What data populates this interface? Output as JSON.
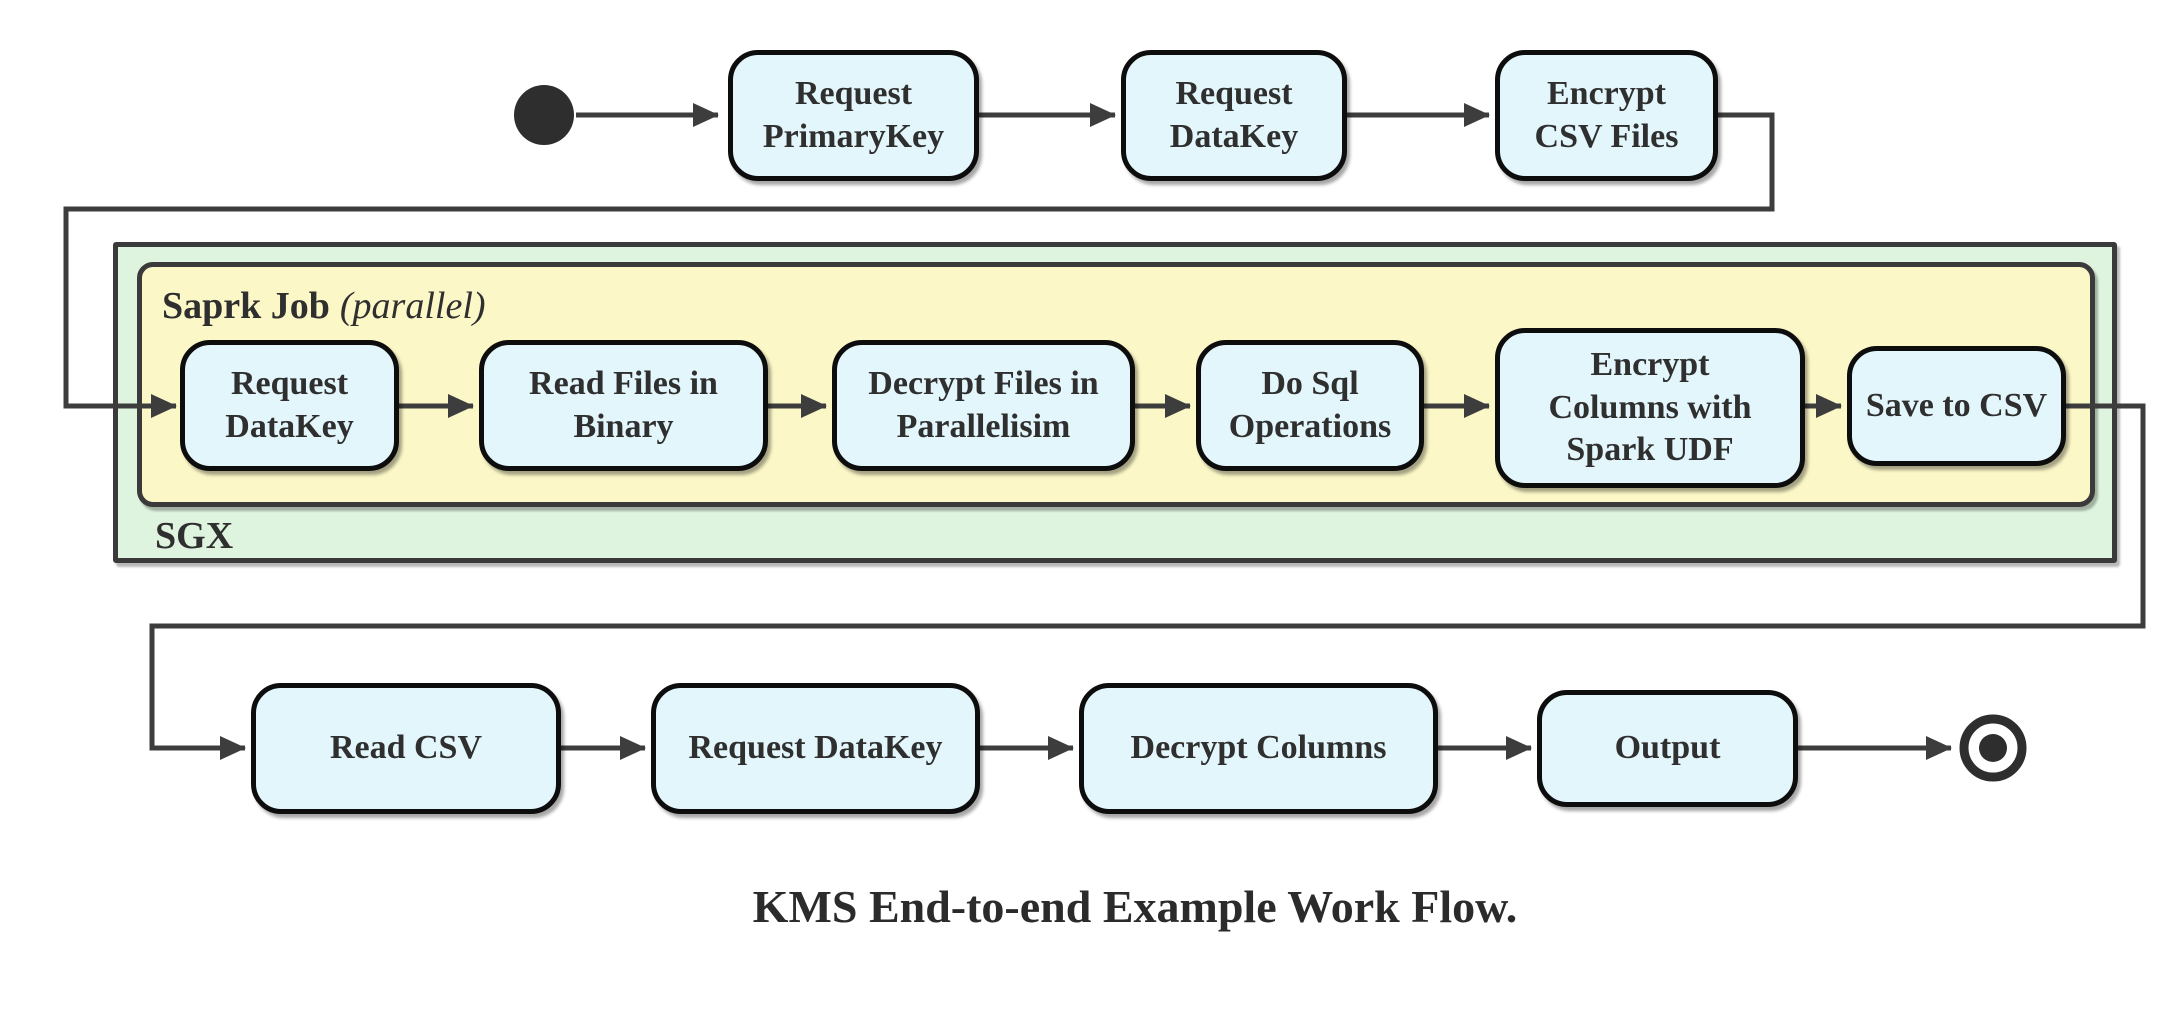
{
  "diagram": {
    "caption": "KMS End-to-end Example Work Flow.",
    "colors": {
      "node_fill": "#e2f6fb",
      "node_border": "#0d0d0d",
      "sgx_group_fill": "#dff4df",
      "spark_group_fill": "#fbf7c7",
      "group_border": "#3a3a3a",
      "connector": "#3d3d3d",
      "start_end_node": "#2e2e2e",
      "background": "#ffffff"
    },
    "top_row": [
      {
        "label": "Request\nPrimaryKey"
      },
      {
        "label": "Request\nDataKey"
      },
      {
        "label": "Encrypt\nCSV Files"
      }
    ],
    "sgx_group": {
      "label": "SGX",
      "spark_group": {
        "label_bold": "Saprk Job",
        "label_italic": "(parallel)",
        "nodes": [
          {
            "label": "Request\nDataKey"
          },
          {
            "label": "Read Files in\nBinary"
          },
          {
            "label": "Decrypt Files in\nParallelisim"
          },
          {
            "label": "Do Sql\nOperations"
          },
          {
            "label": "Encrypt\nColumns with\nSpark UDF"
          },
          {
            "label": "Save to CSV"
          }
        ]
      }
    },
    "bottom_row": [
      {
        "label": "Read CSV"
      },
      {
        "label": "Request DataKey"
      },
      {
        "label": "Decrypt Columns"
      },
      {
        "label": "Output"
      }
    ]
  }
}
